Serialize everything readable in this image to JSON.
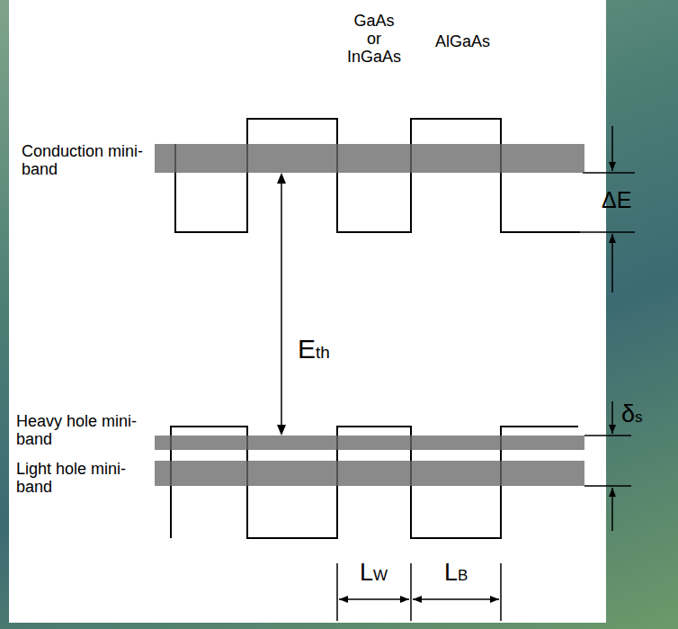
{
  "diagram": {
    "nodes": [
      {
        "text": [
          "Conduction mini-band"
        ]
      },
      {
        "text": [
          "Heavy hole mini-band"
        ]
      },
      {
        "text": [
          "Light hole mini-band"
        ]
      }
    ],
    "edges": [
      {
        "from": 0,
        "to": 1,
        "arrow": "both",
        "label": "Eth"
      }
    ],
    "labels": [
      "GaAs or InGaAs",
      "AlGaAs",
      "ΔE",
      "δs",
      "LW",
      "LB"
    ]
  }
}
